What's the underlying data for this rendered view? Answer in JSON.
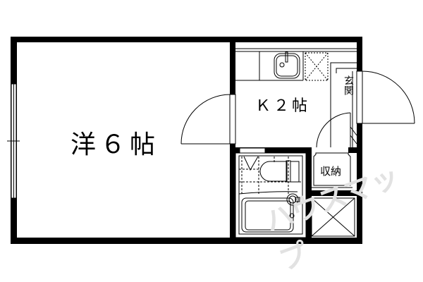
{
  "floor_plan": {
    "rooms": [
      {
        "id": "western-room",
        "label": "洋６帖"
      },
      {
        "id": "kitchen",
        "label": "Ｋ２帖"
      },
      {
        "id": "entrance",
        "label": "玄関"
      },
      {
        "id": "storage",
        "label": "収納"
      }
    ],
    "fixtures": [
      "sink",
      "stove-space",
      "toilet",
      "bathtub",
      "washer-space"
    ],
    "colors": {
      "wall": "#000000",
      "background": "#ffffff",
      "watermark": "#e2e2e2"
    }
  },
  "watermark": {
    "text": "ハウスマップ"
  }
}
